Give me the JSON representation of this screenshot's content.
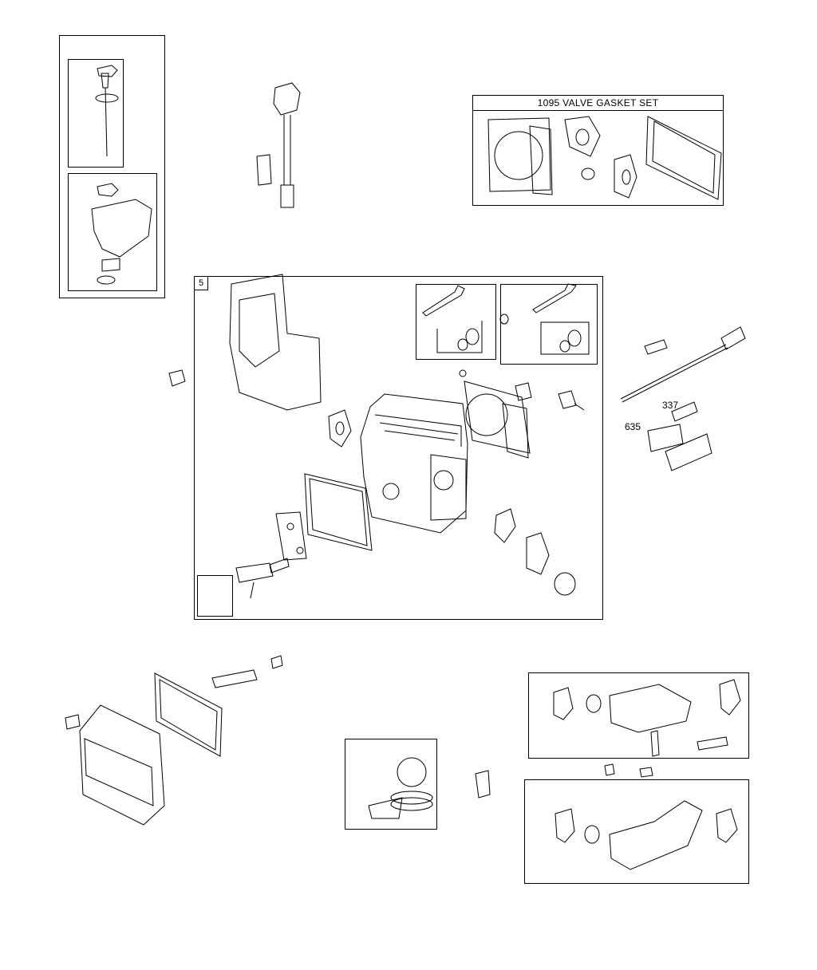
{
  "gasket_set": {
    "label": "1095 VALVE GASKET SET"
  },
  "cylinder_head_box": {
    "label": "5"
  },
  "callouts": [
    {
      "id": "337",
      "text": "337"
    },
    {
      "id": "635",
      "text": "635"
    }
  ],
  "colors": {
    "line": "#000000",
    "background": "#ffffff"
  }
}
